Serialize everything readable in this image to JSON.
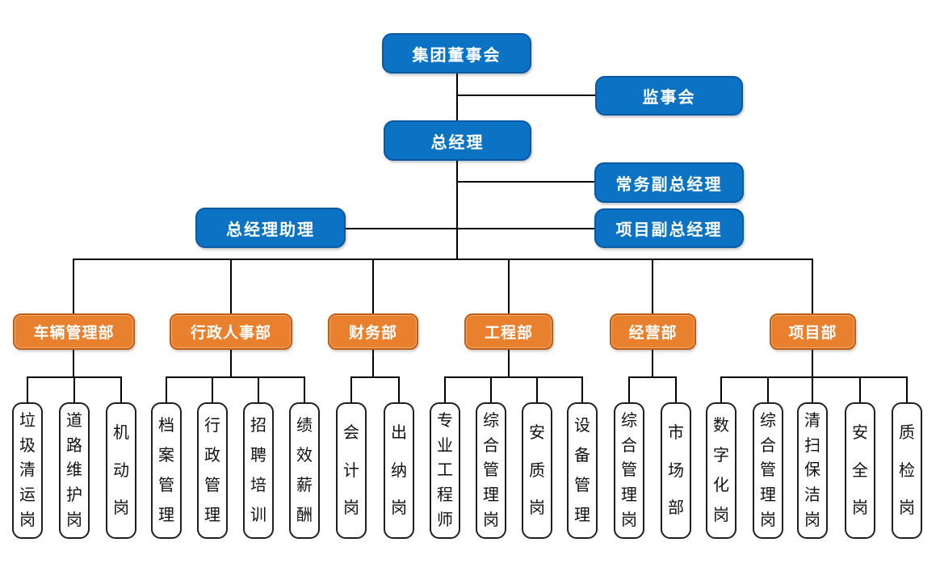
{
  "colors": {
    "blue_fill": "#0b72c4",
    "blue_border": "#0959a5",
    "orange_fill": "#e8802e",
    "orange_border": "#c25c11",
    "position_border": "#1f1f1f",
    "connector_line": "#000000",
    "background": "#ffffff"
  },
  "executive": {
    "board": "集团董事会",
    "supervisory": "监事会",
    "general_manager": "总经理",
    "exec_deputy_gm": "常务副总经理",
    "gm_assistant": "总经理助理",
    "project_deputy_gm": "项目副总经理"
  },
  "departments": [
    {
      "label": "车辆管理部",
      "children": [
        "垃圾清运岗",
        "道路维护岗",
        "机动岗"
      ]
    },
    {
      "label": "行政人事部",
      "children": [
        "档案管理",
        "行政管理",
        "招聘培训",
        "绩效薪酬"
      ]
    },
    {
      "label": "财务部",
      "children": [
        "会计岗",
        "出纳岗"
      ]
    },
    {
      "label": "工程部",
      "children": [
        "专业工程师",
        "综合管理岗",
        "安质岗",
        "设备管理"
      ]
    },
    {
      "label": "经营部",
      "children": [
        "综合管理岗",
        "市场部"
      ]
    },
    {
      "label": "项目部",
      "children": [
        "数字化岗",
        "综合管理岗",
        "清扫保洁岗",
        "安全岗",
        "质检岗"
      ]
    }
  ]
}
